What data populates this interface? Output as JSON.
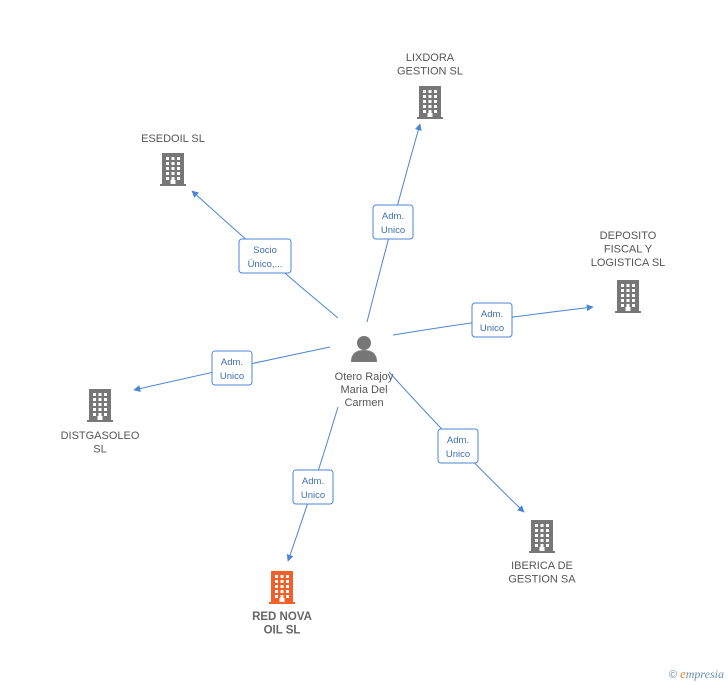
{
  "colors": {
    "edge": "#4a86d4",
    "building": "#777777",
    "building_highlight": "#f0602a",
    "person": "#777777",
    "label": "#555555"
  },
  "center": {
    "icon": "person-icon",
    "label": [
      "Otero Rajoy",
      "Maria Del",
      "Carmen"
    ]
  },
  "nodes": [
    {
      "id": "lixdora",
      "icon": "building-icon",
      "label": [
        "LIXDORA",
        "GESTION SL"
      ],
      "highlight": false
    },
    {
      "id": "esedoil",
      "icon": "building-icon",
      "label": [
        "ESEDOIL SL"
      ],
      "highlight": false
    },
    {
      "id": "deposito",
      "icon": "building-icon",
      "label": [
        "DEPOSITO",
        "FISCAL Y",
        "LOGISTICA SL"
      ],
      "highlight": false
    },
    {
      "id": "distgasoleo",
      "icon": "building-icon",
      "label": [
        "DISTGASOLEO",
        "SL"
      ],
      "highlight": false
    },
    {
      "id": "iberica",
      "icon": "building-icon",
      "label": [
        "IBERICA DE",
        "GESTION SA"
      ],
      "highlight": false
    },
    {
      "id": "rednova",
      "icon": "building-icon",
      "label": [
        "RED NOVA",
        "OIL SL"
      ],
      "highlight": true
    }
  ],
  "edges": [
    {
      "to": "lixdora",
      "label": [
        "Adm.",
        "Unico"
      ]
    },
    {
      "to": "esedoil",
      "label": [
        "Socio",
        "Único,..."
      ]
    },
    {
      "to": "deposito",
      "label": [
        "Adm.",
        "Unico"
      ]
    },
    {
      "to": "distgasoleo",
      "label": [
        "Adm.",
        "Unico"
      ]
    },
    {
      "to": "iberica",
      "label": [
        "Adm.",
        "Unico"
      ]
    },
    {
      "to": "rednova",
      "label": [
        "Adm.",
        "Unico"
      ]
    }
  ],
  "credit": {
    "symbol": "©",
    "brand_initial": "e",
    "brand_rest": "mpresia"
  }
}
